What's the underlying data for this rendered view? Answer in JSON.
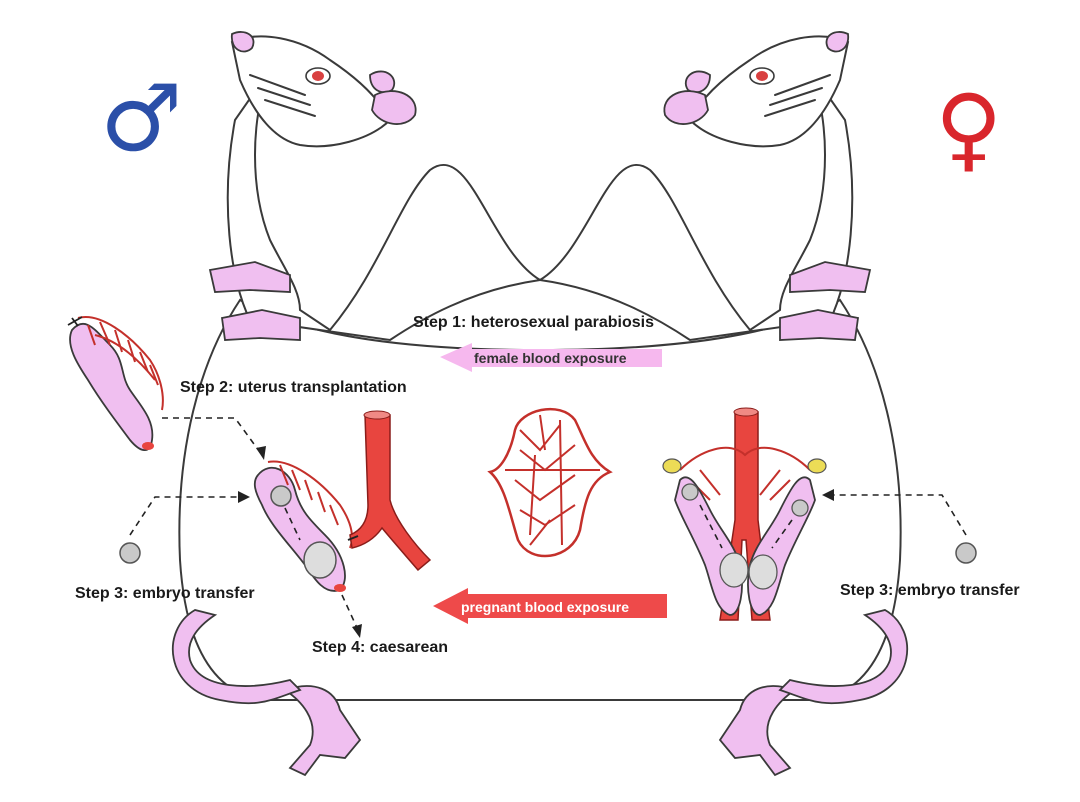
{
  "symbols": {
    "male": "♂",
    "female": "♀",
    "male_color": "#2b4fa8",
    "female_color": "#d9262c"
  },
  "labels": {
    "step1": "Step 1: heterosexual parabiosis",
    "step2": "Step 2: uterus transplantation",
    "step3_left": "Step 3: embryo transfer",
    "step3_right": "Step 3: embryo transfer",
    "step4": "Step 4: caesarean"
  },
  "arrows": {
    "female_blood": "female blood exposure",
    "pregnant_blood": "pregnant blood exposure",
    "female_blood_color": "#f6b8ee",
    "pregnant_blood_color": "#ee4a4a"
  },
  "colors": {
    "rat_pink": "#f0bff0",
    "vessel_red": "#e8453f",
    "outline": "#3a3a3a"
  }
}
